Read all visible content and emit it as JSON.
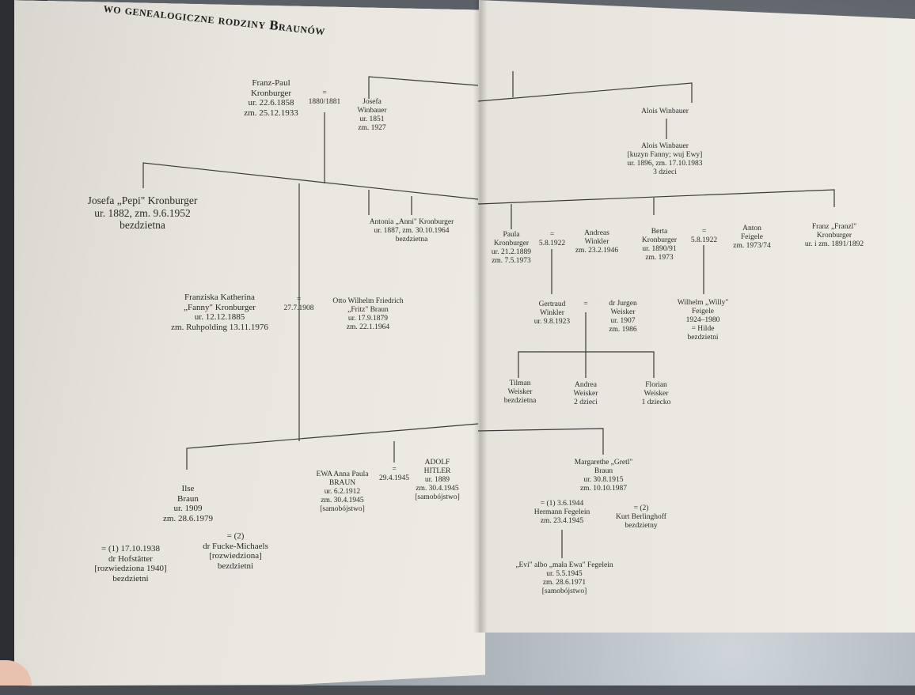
{
  "title": "wo genealogiczne rodziny Braunów",
  "people": {
    "franz_paul": "Franz-Paul\nKronburger\nur. 22.6.1858\nzm. 25.12.1933",
    "marriage_1880": "=\n1880/1881",
    "josefa_w": "Josefa\nWinbauer\nur. 1851\nzm. 1927",
    "alois1": "Alois Winbauer",
    "alois2": "Alois Winbauer\n[kuzyn Fanny; wuj Ewy]\nur. 1896, zm. 17.10.1983\n3 dzieci",
    "pepi": "Josefa „Pepi\" Kronburger\nur. 1882, zm. 9.6.1952\nbezdzietna",
    "anni": "Antonia „Anni\" Kronburger\nur. 1887, zm. 30.10.1964\nbezdzietna",
    "paula": "Paula\nKronburger\nur. 21.2.1889\nzm. 7.5.1973",
    "m_paula": "=\n5.8.1922",
    "andreas": "Andreas\nWinkler\nzm. 23.2.1946",
    "berta": "Berta\nKronburger\nur. 1890/91\nzm. 1973",
    "m_berta": "=\n5.8.1922",
    "anton": "Anton\nFeigele\nzm. 1973/74",
    "franzl": "Franz „Franzl\"\nKronburger\nur. i zm. 1891/1892",
    "fanny": "Franziska Katherina\n„Fanny\" Kronburger\nur. 12.12.1885\nzm. Ruhpolding 13.11.1976",
    "m_fanny": "=\n27.7.1908",
    "fritz": "Otto Wilhelm Friedrich\n„Fritz\" Braun\nur. 17.9.1879\nzm. 22.1.1964",
    "gertraud": "Gertraud\nWinkler\nur. 9.8.1923",
    "m_gertraud": "=",
    "jurgen": "dr Jurgen\nWeisker\nur. 1907\nzm. 1986",
    "willy": "Wilhelm „Willy\"\nFeigele\n1924–1980\n= Hilde\nbezdzietni",
    "tilman": "Tilman\nWeisker\nbezdzietna",
    "andrea": "Andrea\nWeisker\n2 dzieci",
    "florian": "Florian\nWeisker\n1 dziecko",
    "ilse": "Ilse\nBraun\nur. 1909\nzm. 28.6.1979",
    "ilse_m1": "= (1) 17.10.1938\ndr Hofstätter\n[rozwiedziona 1940]\nbezdzietni",
    "ilse_m2": "= (2)\ndr Fucke-Michaels\n[rozwiedziona]\nbezdzietni",
    "ewa": "EWA Anna Paula\nBRAUN\nur. 6.2.1912\nzm. 30.4.1945\n[samobójstwo]",
    "m_ewa": "=\n29.4.1945",
    "hitler": "ADOLF\nHITLER\nur. 1889\nzm. 30.4.1945\n[samobójstwo]",
    "gretl": "Margarethe „Gretl\"\nBraun\nur. 30.8.1915\nzm. 10.10.1987",
    "gretl_m1": "= (1) 3.6.1944\nHermann Fegelein\nzm. 23.4.1945",
    "gretl_m2": "= (2)\nKurt Berlinghoff\nbezdzietny",
    "evi": "„Evi\" albo „mała Ewa\" Fegelein\nur. 5.5.1945\nzm. 28.6.1971\n[samobójstwo]"
  }
}
